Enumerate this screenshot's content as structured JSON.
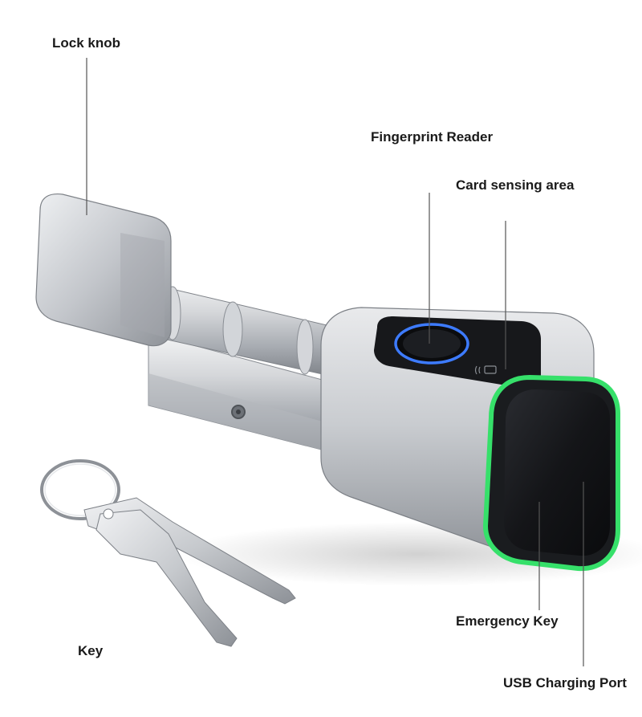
{
  "labels": {
    "lock_knob": "Lock knob",
    "fingerprint_reader": "Fingerprint Reader",
    "card_sensing_area": "Card sensing area",
    "emergency_key": "Emergency Key",
    "usb_charging_port": "USB Charging Port",
    "key": "Key"
  },
  "colors": {
    "background": "#ffffff",
    "label_text": "#1a1a1a",
    "leader_line": "#555555",
    "metal_light": "#e8e9eb",
    "metal_mid": "#b9bcc1",
    "metal_dark": "#7d8187",
    "face_black": "#141518",
    "led_ring_green": "#36e06a",
    "fingerprint_ring_blue": "#3d7bff"
  },
  "icons": {
    "card": "contactless-card-icon"
  }
}
